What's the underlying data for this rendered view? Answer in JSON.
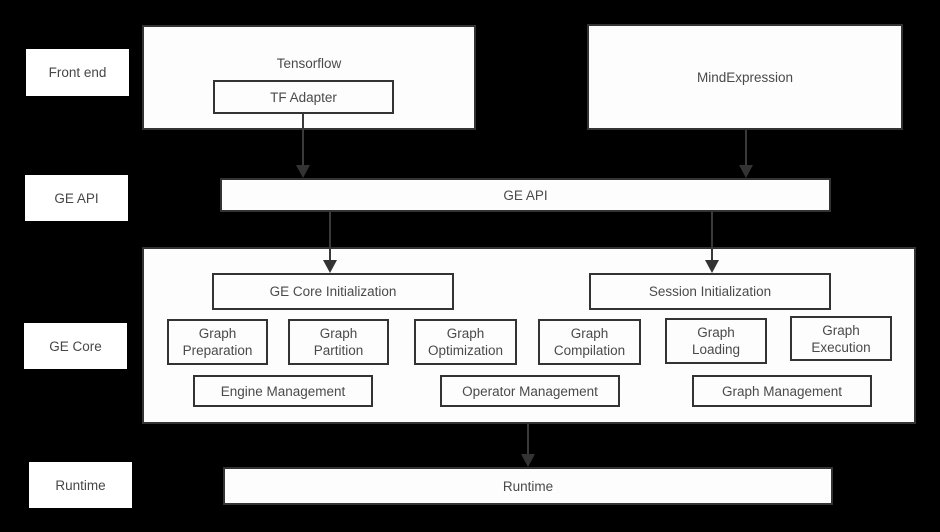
{
  "diagram": {
    "colors": {
      "background": "#000000",
      "box_fill": "#fdfdfd",
      "label_fill": "#ffffff",
      "border": "#333333",
      "text": "#4a4a4a",
      "arrow": "#3a3a3a"
    },
    "row_labels": [
      {
        "label": "Front end"
      },
      {
        "label": "GE API"
      },
      {
        "label": "GE Core"
      },
      {
        "label": "Runtime"
      }
    ],
    "front_end": {
      "tensorflow_title": "Tensorflow",
      "tf_adapter": "TF Adapter",
      "mind_expression": "MindExpression"
    },
    "ge_api_bar": {
      "label": "GE API"
    },
    "ge_core": {
      "init_boxes": [
        "GE Core Initialization",
        "Session Initialization"
      ],
      "stage_boxes": [
        "Graph Preparation",
        "Graph Partition",
        "Graph Optimization",
        "Graph Compilation",
        "Graph Loading",
        "Graph Execution"
      ],
      "management_boxes": [
        "Engine Management",
        "Operator Management",
        "Graph Management"
      ]
    },
    "runtime_bar": {
      "label": "Runtime"
    }
  }
}
